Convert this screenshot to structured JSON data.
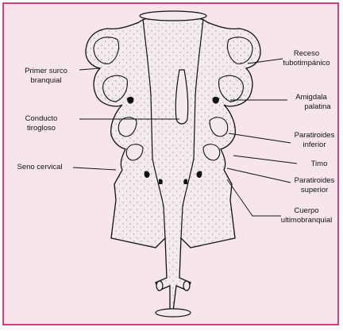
{
  "colors": {
    "frame_border": "#d63d7a",
    "background": "#f6e6ec",
    "fill": "#f3eaee",
    "stroke": "#111111"
  },
  "labels": {
    "primer_surco": [
      "Primer surco",
      "branquial"
    ],
    "conducto": [
      "Conducto",
      "tirogloso"
    ],
    "seno": [
      "Seno cervical"
    ],
    "receso": [
      "Receso",
      "tubotimpánico"
    ],
    "amigdala": [
      "Amigdala",
      "palatina"
    ],
    "paratiroides_inf": [
      "Paratiroides",
      "inferior"
    ],
    "timo": [
      "Timo"
    ],
    "paratiroides_sup": [
      "Paratiroides",
      "superior"
    ],
    "cuerpo": [
      "Cuerpo",
      "ultimobranquial"
    ]
  }
}
